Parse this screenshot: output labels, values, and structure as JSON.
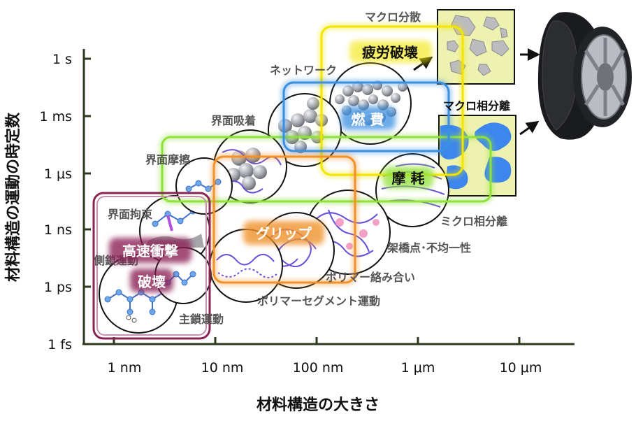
{
  "axes": {
    "y_title": "材料構造の運動の時定数",
    "x_title": "材料構造の大きさ",
    "y_ticks": [
      "1 s",
      "1 ms",
      "1 μs",
      "1 ns",
      "1 ps",
      "1 fs"
    ],
    "x_ticks": [
      "1 nm",
      "10 nm",
      "100 nm",
      "1 μm",
      "10 μm"
    ]
  },
  "labels": {
    "macro_dispersion": "マクロ分散",
    "macro_phase_sep": "マクロ相分離",
    "network": "ネットワーク",
    "interface_adsorption": "界面吸着",
    "interface_friction": "界面摩擦",
    "interface_restraint": "界面拘束",
    "side_chain_motion": "側鎖運動",
    "main_chain_motion": "主鎖運動",
    "polymer_segment_motion": "ポリマーセグメント運動",
    "polymer_entanglement": "ポリマー絡み合い",
    "crosslink_heterogeneity": "架橋点･不均一性",
    "micro_phase_sep": "ミクロ相分離"
  },
  "highlights": {
    "fatigue_fracture": "疲労破壊",
    "fuel_economy": "燃 費",
    "wear": "摩 耗",
    "grip": "グリップ",
    "impact_fracture_1": "高速衝撃",
    "impact_fracture_2": "破壊"
  },
  "colors": {
    "yellow": "#f2e600",
    "blue": "#3a8fe0",
    "green": "#8fe23a",
    "orange": "#f0922a",
    "maroon": "#8b2456",
    "pale_yellow": "#eef2b0",
    "blob_blue": "#3d86ee",
    "chain_purple": "#6a4fd8"
  },
  "icons": [
    "tire-icon",
    "arrow-icon"
  ]
}
